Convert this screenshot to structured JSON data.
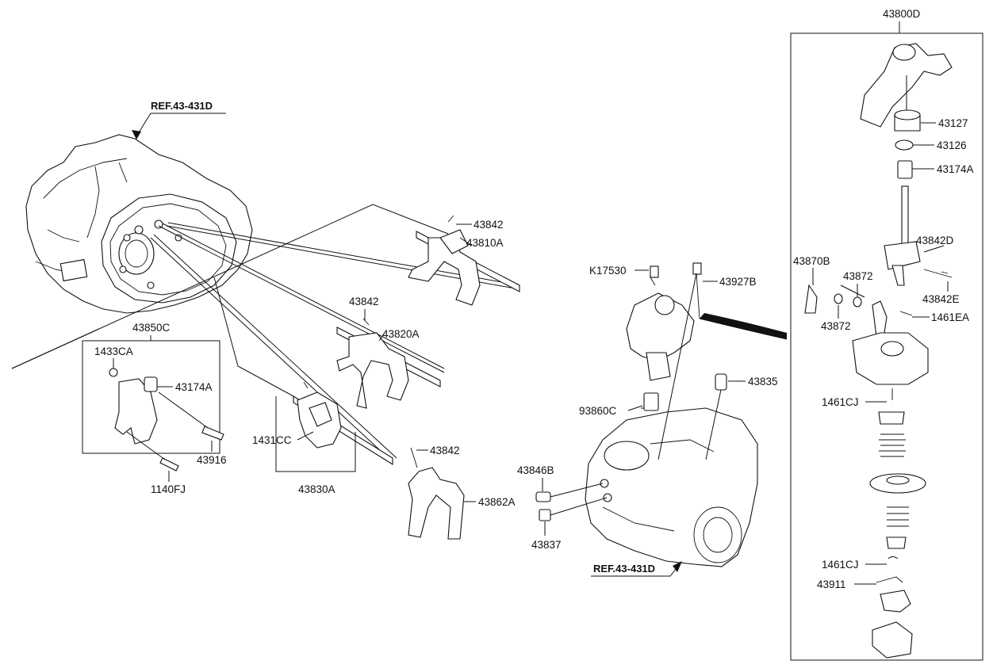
{
  "refs": {
    "top_left": "REF.43-431D",
    "bottom_middle": "REF.43-431D"
  },
  "labels": {
    "p43800D": "43800D",
    "p43127": "43127",
    "p43126": "43126",
    "p43174A_right": "43174A",
    "p43842D": "43842D",
    "p43870B": "43870B",
    "p43872_top": "43872",
    "p43872_bottom": "43872",
    "p43842E": "43842E",
    "p1461EA": "1461EA",
    "p1461CJ_top": "1461CJ",
    "p1461CJ_bottom": "1461CJ",
    "p43911": "43911",
    "p43842_a": "43842",
    "p43810A": "43810A",
    "p43842_b": "43842",
    "p43820A": "43820A",
    "p43842_c": "43842",
    "p43830A": "43830A",
    "p1431CC": "1431CC",
    "p43862A": "43862A",
    "p43850C": "43850C",
    "p1433CA": "1433CA",
    "p43174A_left": "43174A",
    "p43916": "43916",
    "p1140FJ": "1140FJ",
    "pK17530": "K17530",
    "p43927B": "43927B",
    "p43835": "43835",
    "p93860C": "93860C",
    "p43846B": "43846B",
    "p43837": "43837"
  }
}
